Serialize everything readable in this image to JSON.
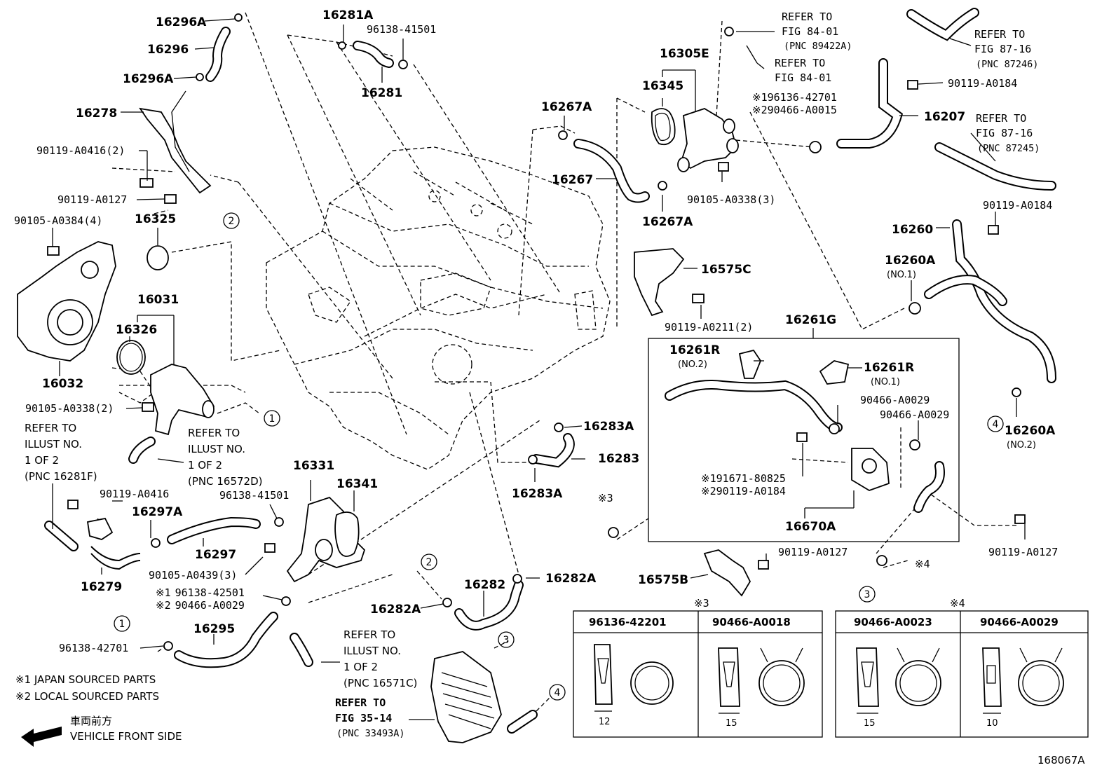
{
  "diagram_id": "168067A",
  "labels": {
    "p16296A_top": "16296A",
    "p16296": "16296",
    "p16296A_bot": "16296A",
    "p16278": "16278",
    "p90119_A0416_2": "90119-A0416(2)",
    "p90119_A0127_left": "90119-A0127",
    "p90105_A0384_4": "90105-A0384(4)",
    "p16325": "16325",
    "p16031": "16031",
    "p16326": "16326",
    "p16032": "16032",
    "p90105_A0338_2": "90105-A0338(2)",
    "p16281A": "16281A",
    "p96138_41501_top": "96138-41501",
    "p16281": "16281",
    "p16305E": "16305E",
    "p16345": "16345",
    "p16267A_top": "16267A",
    "p16267": "16267",
    "p16267A_bot": "16267A",
    "p90105_A0338_3": "90105-A0338(3)",
    "p16575C": "16575C",
    "p90119_A0211_2": "90119-A0211(2)",
    "p16207": "16207",
    "p90119_A0184_top": "90119-A0184",
    "p90119_A0184_mid": "90119-A0184",
    "p16260": "16260",
    "p16260A_no1": "16260A",
    "p16260A_no2": "16260A",
    "p16261G": "16261G",
    "p16261R_no2": "16261R",
    "p16261R_no1": "16261R",
    "p90466_A0029_a": "90466-A0029",
    "p90466_A0029_b": "90466-A0029",
    "p91671_80825": "91671-80825",
    "p90119_A0184_in": "90119-A0184",
    "p16670A": "16670A",
    "p16283A_top": "16283A",
    "p16283": "16283",
    "p16283A_bot": "16283A",
    "p16331": "16331",
    "p16341": "16341",
    "p96138_41501_mid": "96138-41501",
    "p90119_A0416": "90119-A0416",
    "p16297A": "16297A",
    "p16297": "16297",
    "p16279": "16279",
    "p90105_A0439_3": "90105-A0439(3)",
    "p96138_42501": "96138-42501",
    "p90466_A0029_left": "90466-A0029",
    "p16295": "16295",
    "p96138_42701": "96138-42701",
    "p16282": "16282",
    "p16282A_left": "16282A",
    "p16282A_right": "16282A",
    "p90119_A0127_mid": "90119-A0127",
    "p16575B": "16575B",
    "p90119_A0127_right": "90119-A0127",
    "p96136_42701": "96136-42701",
    "p90466_A0015": "90466-A0015"
  },
  "sub_labels": {
    "no1_a": "(NO.1)",
    "no2_a": "(NO.2)",
    "no1_b": "(NO.1)",
    "no2_b": "(NO.2)"
  },
  "marks": {
    "k1": "※1",
    "k2": "※2",
    "k3": "※3",
    "k4": "※4"
  },
  "circles": [
    "1",
    "2",
    "3",
    "4"
  ],
  "refer": {
    "fig84_a_1": "REFER TO",
    "fig84_a_2": "FIG 84-01",
    "fig84_a_3": "(PNC 89422A)",
    "fig84_b_1": "REFER TO",
    "fig84_b_2": "FIG 84-01",
    "fig87_a_1": "REFER TO",
    "fig87_a_2": "FIG 87-16",
    "fig87_a_3": "(PNC 87246)",
    "fig87_b_1": "REFER TO",
    "fig87_b_2": "FIG 87-16",
    "fig87_b_3": "(PNC 87245)",
    "ill_a_1": "REFER TO",
    "ill_a_2": "ILLUST NO.",
    "ill_a_3": "1 OF 2",
    "ill_a_4": "(PNC 16281F)",
    "ill_b_1": "REFER TO",
    "ill_b_2": "ILLUST NO.",
    "ill_b_3": "1 OF 2",
    "ill_b_4": "(PNC 16572D)",
    "ill_c_1": "REFER TO",
    "ill_c_2": "ILLUST NO.",
    "ill_c_3": "1 OF 2",
    "ill_c_4": "(PNC 16571C)",
    "fig35_1": "REFER TO",
    "fig35_2": "FIG 35-14",
    "fig35_3": "(PNC 33493A)"
  },
  "notes": {
    "japan": "※1 JAPAN SOURCED PARTS",
    "local": "※2 LOCAL SOURCED PARTS",
    "front_jp": "車両前方",
    "front_en": "VEHICLE FRONT SIDE"
  },
  "tables": {
    "t3": {
      "mark": "※3",
      "cols": [
        {
          "part": "96136-42201",
          "dim": "12"
        },
        {
          "part": "90466-A0018",
          "dim": "15"
        }
      ]
    },
    "t4": {
      "mark": "※4",
      "cols": [
        {
          "part": "90466-A0023",
          "dim": "15"
        },
        {
          "part": "90466-A0029",
          "dim": "10"
        }
      ]
    }
  }
}
